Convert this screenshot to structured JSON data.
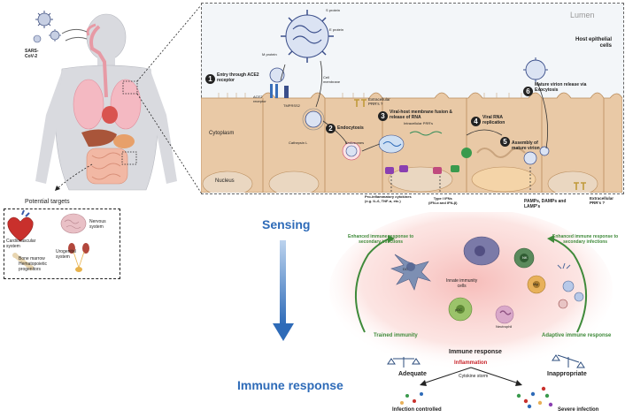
{
  "colors": {
    "accent_blue": "#2e6bb8",
    "green_label": "#3f8a3a",
    "inflammation_red": "#c8262c",
    "epithelium": "#e9c9a6",
    "nucleus": "#ead7c1",
    "lumen_bg": "#f3f6f9"
  },
  "body": {
    "virus_label": "SARS-\nCoV-2",
    "potential_targets_title": "Potential targets",
    "targets": {
      "cardiovascular": "Cardiovascular\nsystem",
      "nervous": "Nervous\nsystem",
      "urogenital": "Urogenital\nsystem",
      "bone_marrow": "Bone marrow\nHematopoietic\nprogenitors"
    }
  },
  "cell": {
    "lumen": "Lumen",
    "host_cells": "Host epithelial\ncells",
    "cytoplasm": "Cytoplasm",
    "nucleus": "Nucleus",
    "virion": {
      "s_protein": "S protein",
      "e_protein": "E protein",
      "m_protein": "M protein"
    },
    "ace2_receptor": "ACE2\nreceptor",
    "tmprss2": "TMPRSS2",
    "cell_membrane": "Cell\nmembrane",
    "cathepsin": "Cathepsin L",
    "endosomes": "Endosomes",
    "extracellular_prrs": "Extracellular\nPRR's ?",
    "intracellular_prrs": "Intracellular PRR's",
    "nucleus_small": "Nucleus",
    "steps": [
      {
        "n": "1",
        "text": "Entry through ACE2\nreceptor"
      },
      {
        "n": "2",
        "text": "Endocytosis"
      },
      {
        "n": "3",
        "text": "Viral-host membrane fusion &\nrelease of RNA"
      },
      {
        "n": "4",
        "text": "Viral RNA\nreplication"
      },
      {
        "n": "5",
        "text": "Assembly of\nmature virion"
      },
      {
        "n": "6",
        "text": "Mature virion release via\nExocytosis"
      }
    ],
    "cytokines": "Pro-inflammatory cytokines\n(e.g. IL-6, TNF-α, etc.)",
    "type_ifns": "Type I IFNs\n(IFN-α and IFN-β)",
    "pamps": "PAMPs, DAMPs and\nLAMP's",
    "extracellular_prrs_2": "Extracellular\nPRR's ?"
  },
  "flow": {
    "sensing": "Sensing",
    "immune_response": "Immune response"
  },
  "immune": {
    "enhanced_left": "Enhanced immune response to\nsecondary infections",
    "enhanced_right": "Enhanced immune response to\nsecondary infections",
    "innate_cells": "Innate immunity\ncells",
    "trained_immunity": "Trained immunity",
    "adaptive": "Adaptive immune response",
    "cell_labels": [
      "DC",
      "NK",
      "Mφ",
      "pDC",
      "Neutrophil"
    ],
    "immune_response": "Immune response",
    "inflammation": "Inflammation",
    "cytokine_storm": "Cytokine storm",
    "adequate": "Adequate",
    "inappropriate": "Inappropriate",
    "infection_controlled": "Infection controlled",
    "severe_infection": "Severe infection"
  }
}
